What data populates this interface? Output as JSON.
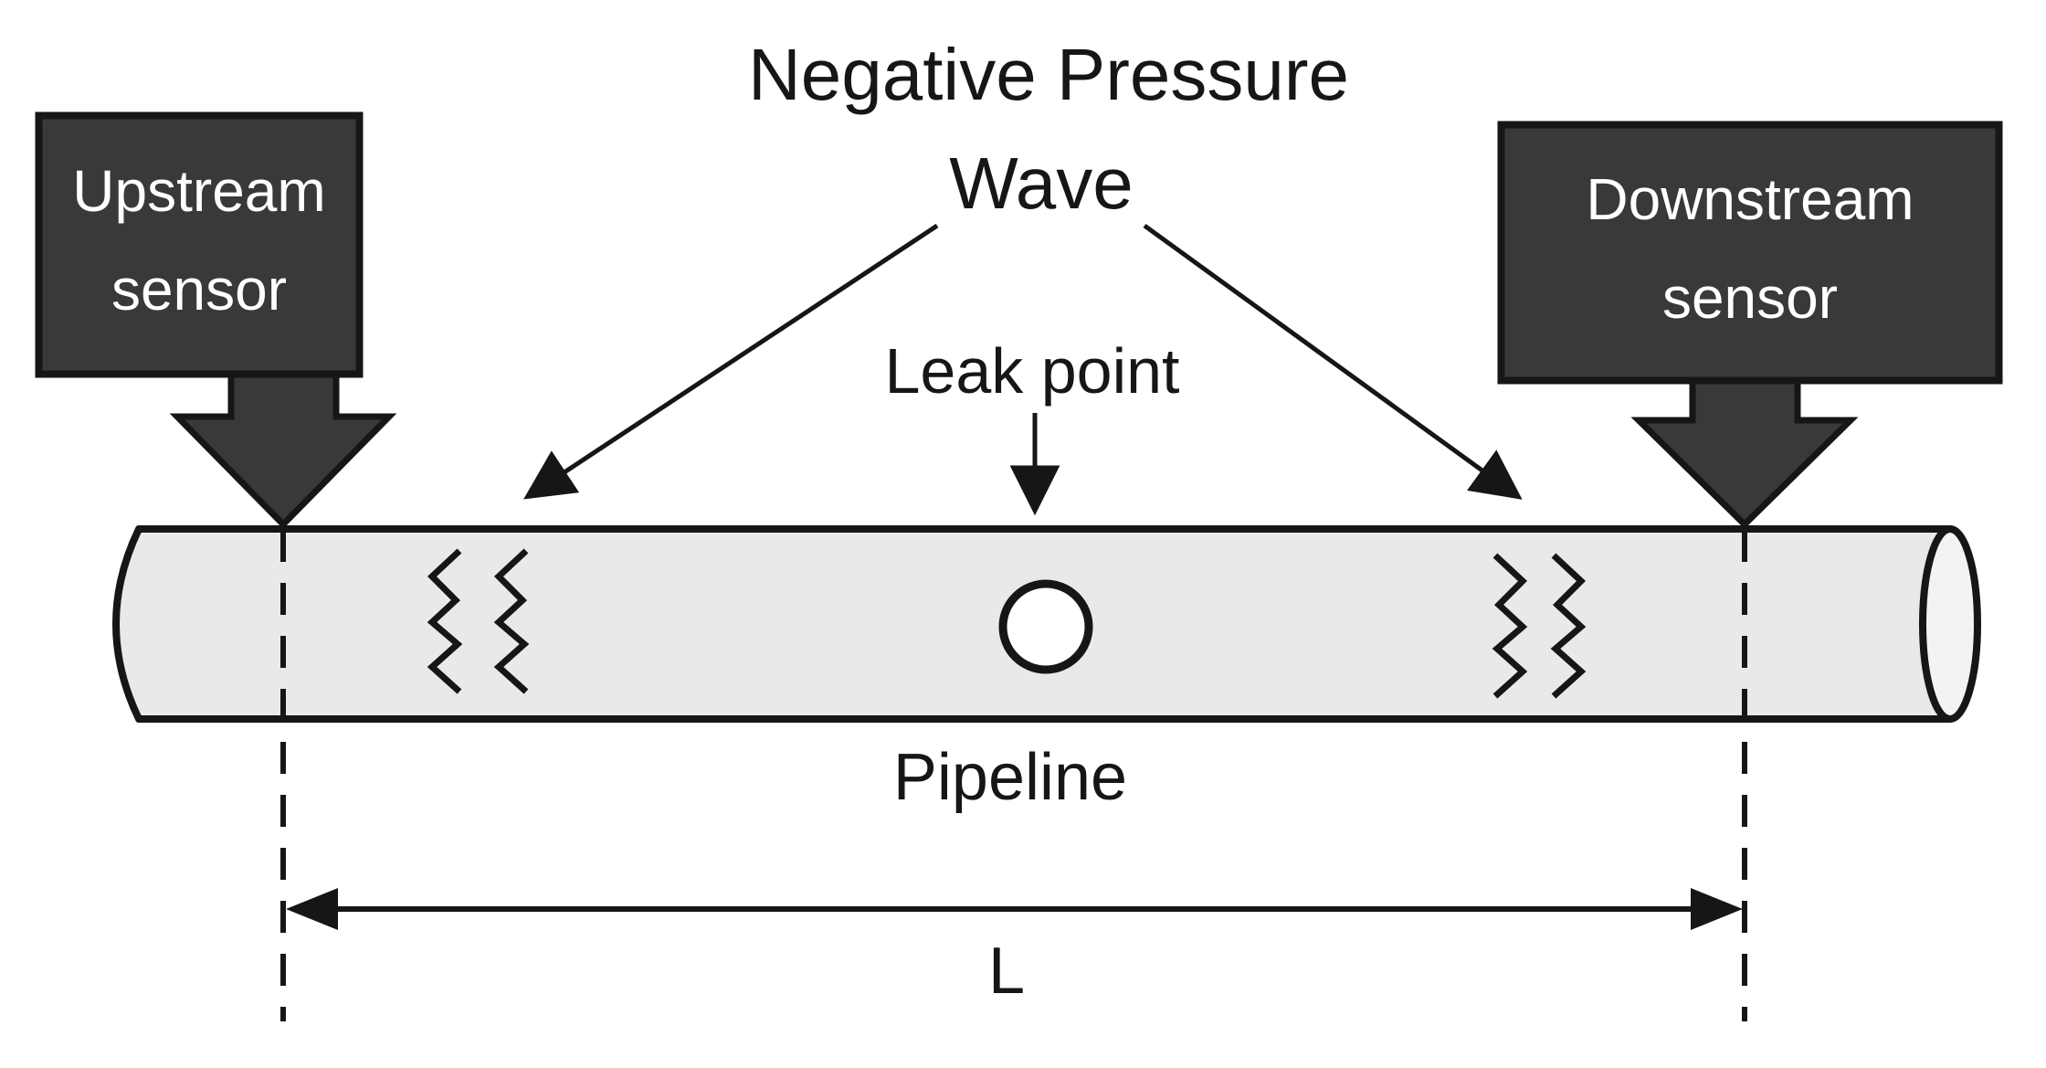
{
  "diagram": {
    "title": {
      "line1": "Negative Pressure",
      "line2": "Wave"
    },
    "labels": {
      "leak_point": "Leak point",
      "pipeline": "Pipeline",
      "length": "L"
    },
    "sensors": {
      "upstream": {
        "line1": "Upstream",
        "line2": "sensor"
      },
      "downstream": {
        "line1": "Downstream",
        "line2": "sensor"
      }
    },
    "colors": {
      "background": "#ffffff",
      "ink": "#161616",
      "sensor_fill": "#3b3838",
      "sensor_text": "#ffffff",
      "pipe_fill": "#e9e9e9",
      "pipe_cap_fill": "#f3f3f3",
      "leak_hole_fill": "#ffffff"
    }
  }
}
